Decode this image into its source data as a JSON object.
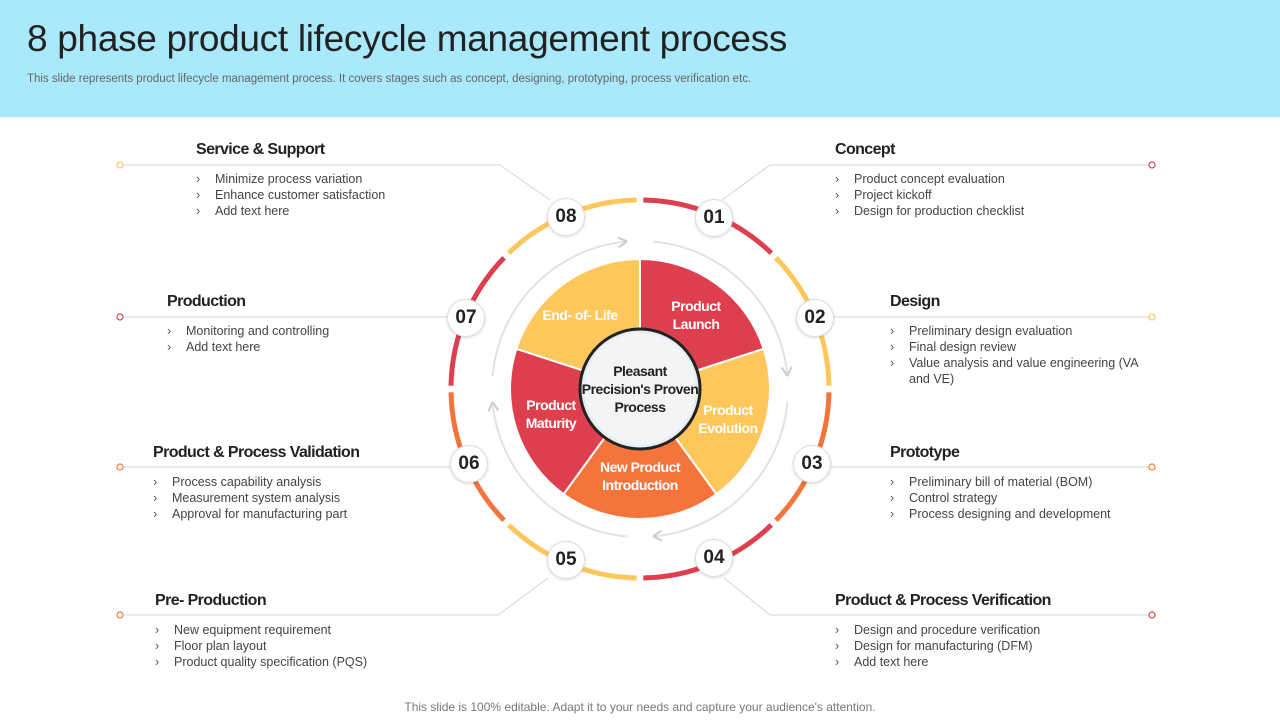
{
  "header": {
    "title": "8 phase product lifecycle management process",
    "subtitle": "This slide represents product lifecycle management process. It covers stages such as concept, designing, prototyping, process verification etc."
  },
  "colors": {
    "red": "#de3f4e",
    "yellow": "#fdc75c",
    "orange": "#f4743b",
    "header_bg": "#a9e9fb"
  },
  "center": {
    "label": "Pleasant Precision's Proven Process"
  },
  "slices": [
    {
      "label": "Product Launch",
      "color": "#de3f4e"
    },
    {
      "label": "Product Evolution",
      "color": "#fdc75c"
    },
    {
      "label": "New Product Introduction",
      "color": "#f4743b"
    },
    {
      "label": "Product Maturity",
      "color": "#de3f4e"
    },
    {
      "label": "End- of- Life",
      "color": "#fdc75c"
    }
  ],
  "phases": [
    {
      "num": "01",
      "title": "Concept",
      "items": [
        "Product concept evaluation",
        "Project kickoff",
        "Design for production checklist"
      ]
    },
    {
      "num": "02",
      "title": "Design",
      "items": [
        "Preliminary design evaluation",
        "Final design review",
        "Value analysis and value engineering (VA and VE)"
      ]
    },
    {
      "num": "03",
      "title": "Prototype",
      "items": [
        "Preliminary bill of material (BOM)",
        "Control strategy",
        "Process designing and development"
      ]
    },
    {
      "num": "04",
      "title": "Product & Process Verification",
      "items": [
        "Design and procedure verification",
        "Design for manufacturing (DFM)",
        "Add text here"
      ]
    },
    {
      "num": "05",
      "title": "Pre- Production",
      "items": [
        "New equipment requirement",
        "Floor plan layout",
        "Product quality specification (PQS)"
      ]
    },
    {
      "num": "06",
      "title": "Product & Process Validation",
      "items": [
        "Process capability analysis",
        "Measurement system analysis",
        "Approval for manufacturing part"
      ]
    },
    {
      "num": "07",
      "title": "Production",
      "items": [
        "Monitoring and controlling",
        "Add text here"
      ]
    },
    {
      "num": "08",
      "title": "Service & Support",
      "items": [
        "Minimize process variation",
        "Enhance customer satisfaction",
        "Add text here"
      ]
    }
  ],
  "footer": "This slide is 100% editable. Adapt it to your needs and capture your audience's attention."
}
